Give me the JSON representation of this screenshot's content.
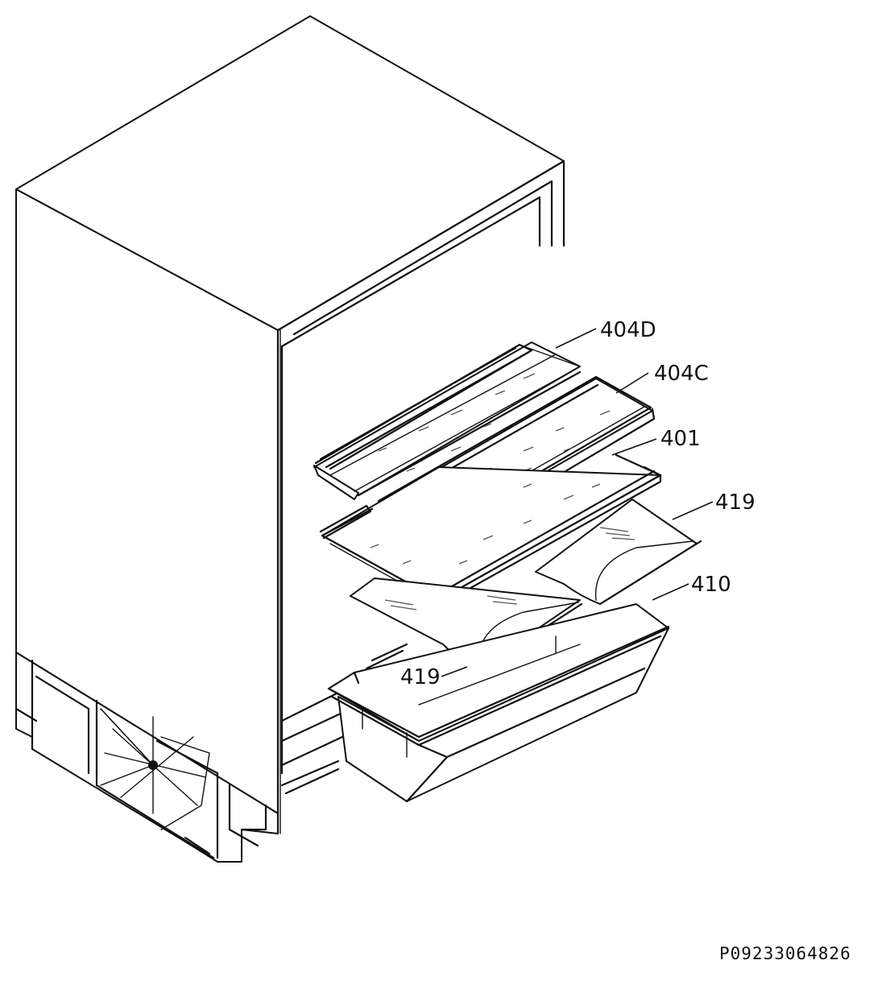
{
  "callouts": {
    "c404d": "404D",
    "c404c": "404C",
    "c401": "401",
    "c419_right": "419",
    "c410": "410",
    "c419_left": "419"
  },
  "reference_code": "P09233064826",
  "parts": [
    "refrigerator-cabinet",
    "shelf-404d",
    "shelf-404c",
    "shelf-401",
    "cover-419-right",
    "cover-419-left",
    "crisper-drawer-410"
  ]
}
